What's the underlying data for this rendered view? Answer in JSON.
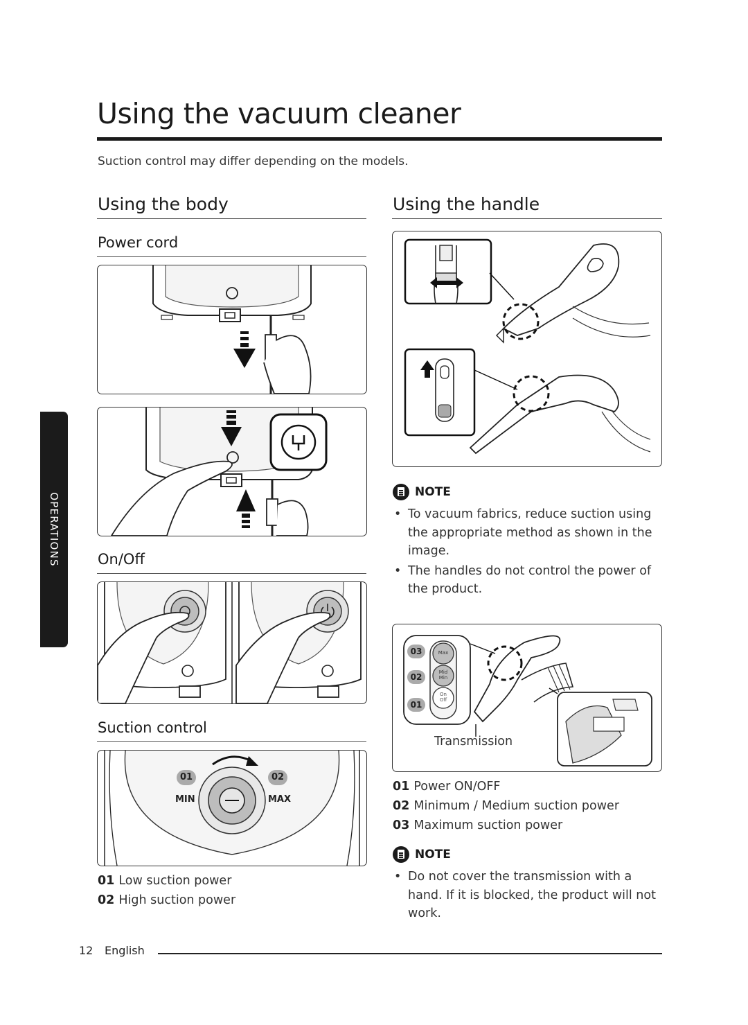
{
  "page": {
    "title": "Using the vacuum cleaner",
    "intro": "Suction control may differ depending on the models.",
    "side_tab": "OPERATIONS",
    "footer": {
      "page_number": "12",
      "language": "English"
    }
  },
  "body_section": {
    "heading": "Using the body",
    "power_cord": {
      "heading": "Power cord"
    },
    "on_off": {
      "heading": "On/Off"
    },
    "suction_control": {
      "heading": "Suction control",
      "dial": {
        "label_01": "01",
        "label_02": "02",
        "min": "MIN",
        "max": "MAX"
      },
      "legend": [
        {
          "num": "01",
          "text": "Low suction power"
        },
        {
          "num": "02",
          "text": "High suction power"
        }
      ]
    }
  },
  "handle_section": {
    "heading": "Using the handle",
    "note1": {
      "label": "NOTE",
      "items": [
        "To vacuum fabrics, reduce suction using the appropriate method as shown in the image.",
        "The handles do not control the power of the product."
      ]
    },
    "transmission": {
      "caption": "Transmission",
      "buttons": [
        {
          "num": "03",
          "label": "Max"
        },
        {
          "num": "02",
          "label": "Mid Min"
        },
        {
          "num": "01",
          "label": "On Off"
        }
      ]
    },
    "legend": [
      {
        "num": "01",
        "text": "Power ON/OFF"
      },
      {
        "num": "02",
        "text": "Minimum / Medium suction power"
      },
      {
        "num": "03",
        "text": "Maximum suction power"
      }
    ],
    "note2": {
      "label": "NOTE",
      "items": [
        "Do not cover the transmission with a hand. If it is blocked, the product will not work."
      ]
    }
  }
}
